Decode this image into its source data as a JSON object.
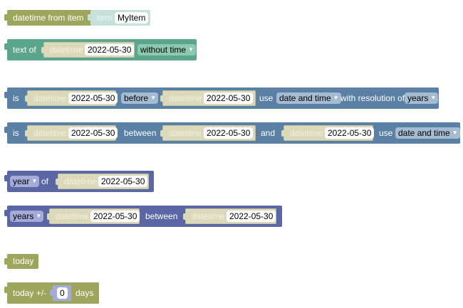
{
  "blocks": {
    "datetime_from_item": {
      "label": "datetime from item",
      "item_label": "item",
      "item_value": "MyItem"
    },
    "text_of": {
      "label": "text of",
      "datetime_label": "datetime",
      "date": "2022-05-30",
      "format": "without time"
    },
    "is_before": {
      "is": "is",
      "datetime_label": "datetime",
      "date1": "2022-05-30",
      "comparison": "before",
      "date2": "2022-05-30",
      "use": "use",
      "mode": "date and time",
      "resolution_label": "with resolution of",
      "resolution": "years"
    },
    "is_between": {
      "is": "is",
      "datetime_label": "datetime",
      "date1": "2022-05-30",
      "between": "between",
      "date2": "2022-05-30",
      "and": "and",
      "date3": "2022-05-30",
      "use": "use",
      "mode": "date and time"
    },
    "year_of": {
      "unit": "year",
      "of": "of",
      "datetime_label": "datetime",
      "date": "2022-05-30"
    },
    "years_between": {
      "unit": "years",
      "datetime_label": "datetime",
      "date1": "2022-05-30",
      "between": "between",
      "date2": "2022-05-30"
    },
    "today": {
      "label": "today"
    },
    "today_offset": {
      "label": "today +/-",
      "value": "0",
      "days": "days"
    }
  },
  "colors": {
    "date_block": "#9ea55d",
    "text_block": "#5ba58c",
    "logic_block": "#5b80a5",
    "math_block": "#5b67a5",
    "datetime_input": "#dad9b9"
  }
}
